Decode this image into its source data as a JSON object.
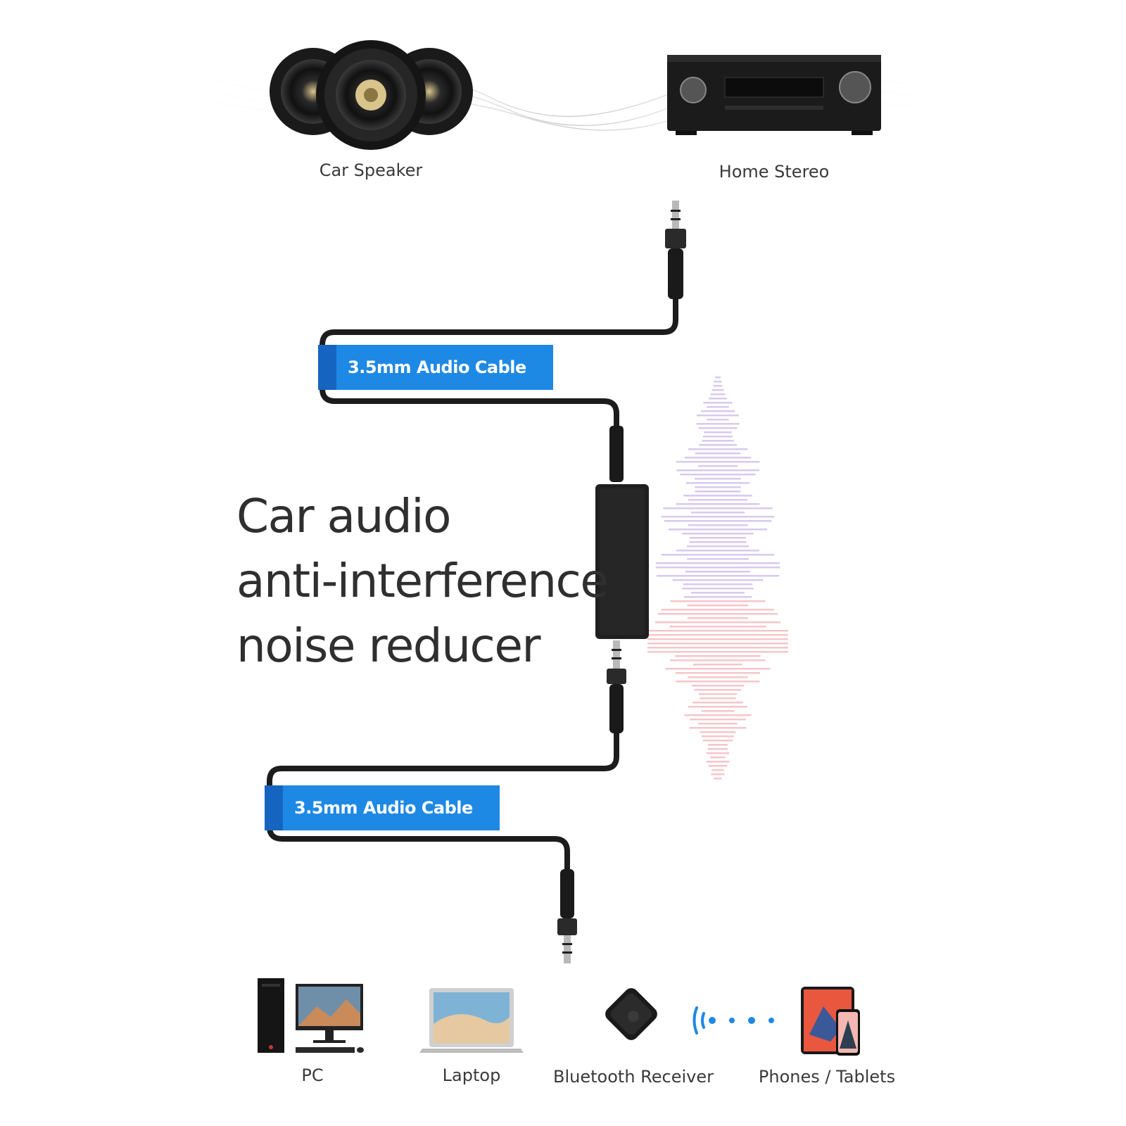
{
  "sources": {
    "car_speaker": {
      "label": "Car Speaker",
      "icon": "car-speaker-icon"
    },
    "home_stereo": {
      "label": "Home Stereo",
      "icon": "home-stereo-icon"
    }
  },
  "cables": {
    "top_label": "3.5mm Audio Cable",
    "bottom_label": "3.5mm Audio Cable"
  },
  "headline": {
    "line1": "Car audio",
    "line2": "anti-interference",
    "line3": "noise reducer"
  },
  "devices": [
    {
      "label": "PC",
      "icon": "pc-icon"
    },
    {
      "label": "Laptop",
      "icon": "laptop-icon"
    },
    {
      "label": "Bluetooth Receiver",
      "icon": "bluetooth-receiver-icon"
    },
    {
      "label": "Phones / Tablets",
      "icon": "phones-tablets-icon"
    }
  ],
  "colors": {
    "accent_blue": "#1e88e5",
    "cable_black": "#1c1c1c",
    "wave_purple": "#c9b8e8",
    "wave_pink": "#f3b3b8"
  }
}
